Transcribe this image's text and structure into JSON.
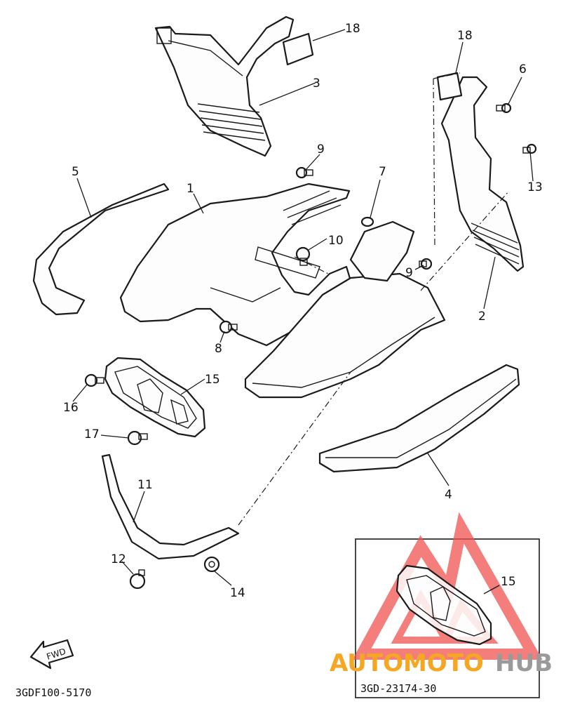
{
  "diagram": {
    "callouts": {
      "c18a": "18",
      "c3": "3",
      "c18b": "18",
      "c6": "6",
      "c5": "5",
      "c9a": "9",
      "c7": "7",
      "c13": "13",
      "c1": "1",
      "c10": "10",
      "c9b": "9",
      "c2": "2",
      "c8": "8",
      "c15": "15",
      "c16": "16",
      "c17": "17",
      "c4": "4",
      "c11": "11",
      "c12": "12",
      "c14": "14",
      "c15inset": "15"
    },
    "fwd_label": "FWD",
    "diagram_code": "3GDF100-5170",
    "inset_code": "3GD-23174-30"
  },
  "watermark": {
    "brand_a": "AUTOMOTO",
    "brand_b": "HUB",
    "color_a": "#f5a623",
    "color_b": "#9a9a9a",
    "logo_color": "#ef5350"
  }
}
